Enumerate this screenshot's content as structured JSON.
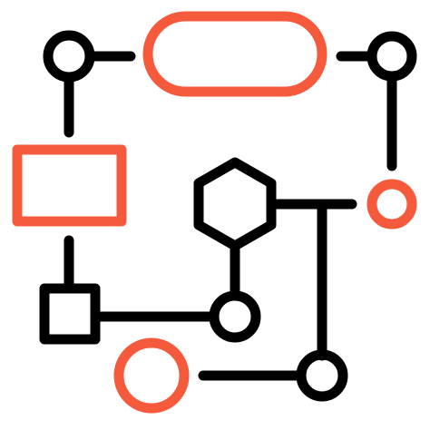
{
  "icon": {
    "name": "flowchart-diagram-icon",
    "colors": {
      "dark": "#000000",
      "accent": "#f55a3c",
      "background": "#ffffff"
    },
    "shapes": [
      {
        "name": "node-circle-top-left",
        "shape": "circle",
        "tone": "dark"
      },
      {
        "name": "terminal-pill-top",
        "shape": "rounded-rect",
        "tone": "accent"
      },
      {
        "name": "node-circle-top-right",
        "shape": "circle",
        "tone": "dark"
      },
      {
        "name": "process-rect-left",
        "shape": "rect",
        "tone": "accent"
      },
      {
        "name": "hexagon-node-center",
        "shape": "hexagon",
        "tone": "dark"
      },
      {
        "name": "node-circle-right",
        "shape": "circle",
        "tone": "accent"
      },
      {
        "name": "square-node-bottom-left",
        "shape": "square",
        "tone": "dark"
      },
      {
        "name": "node-circle-center",
        "shape": "circle",
        "tone": "dark"
      },
      {
        "name": "node-circle-bottom-left",
        "shape": "circle",
        "tone": "accent"
      },
      {
        "name": "node-circle-bottom-right",
        "shape": "circle",
        "tone": "dark"
      }
    ]
  }
}
